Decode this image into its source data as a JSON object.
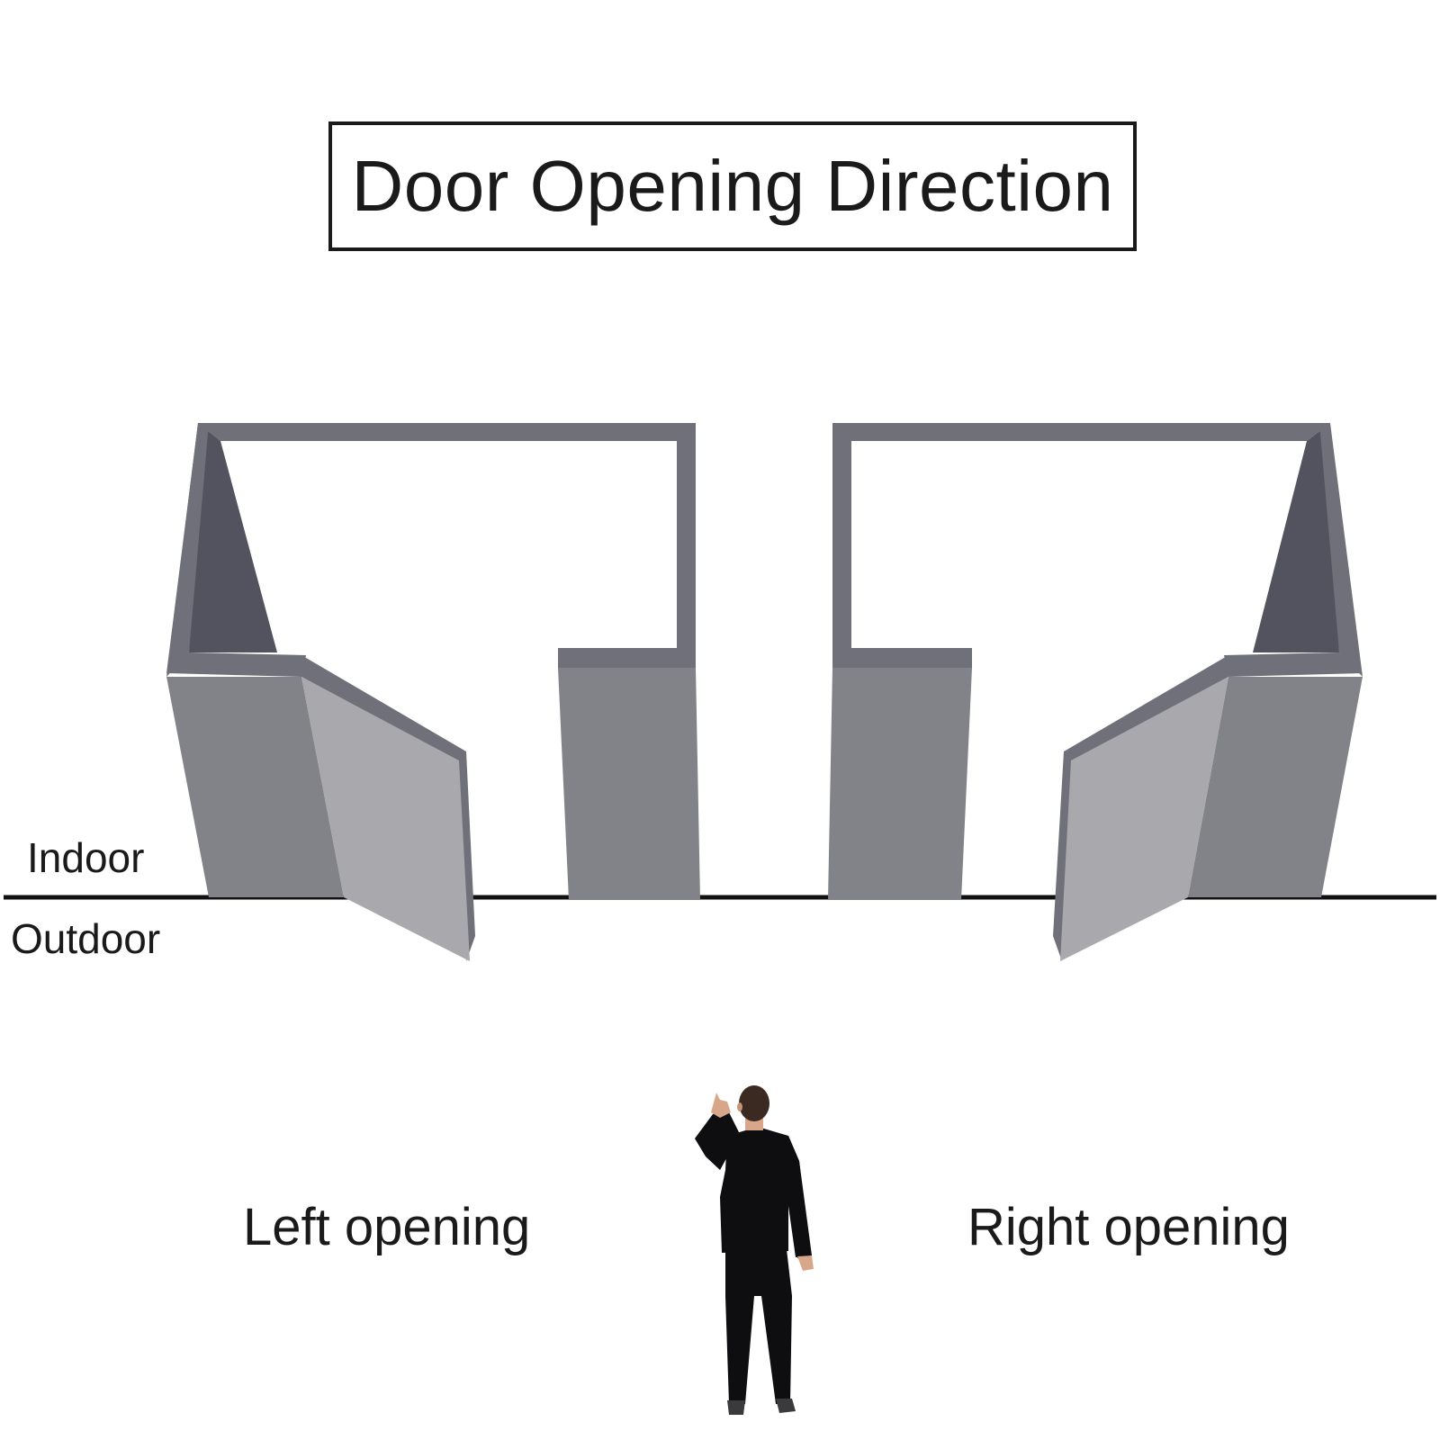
{
  "title": "Door Opening Direction",
  "labels": {
    "indoor": "Indoor",
    "outdoor": "Outdoor",
    "left_opening": "Left opening",
    "right_opening": "Right opening"
  },
  "colors": {
    "frame_top": "#6f707a",
    "frame_inner": "#52535f",
    "post_face": "#828388",
    "door_leaf": "#a9a8ac",
    "door_edge": "#6f707a",
    "ground_line": "#111111",
    "suit": "#0e0e10",
    "skin": "#d8a78a",
    "hair": "#3b2a22"
  }
}
